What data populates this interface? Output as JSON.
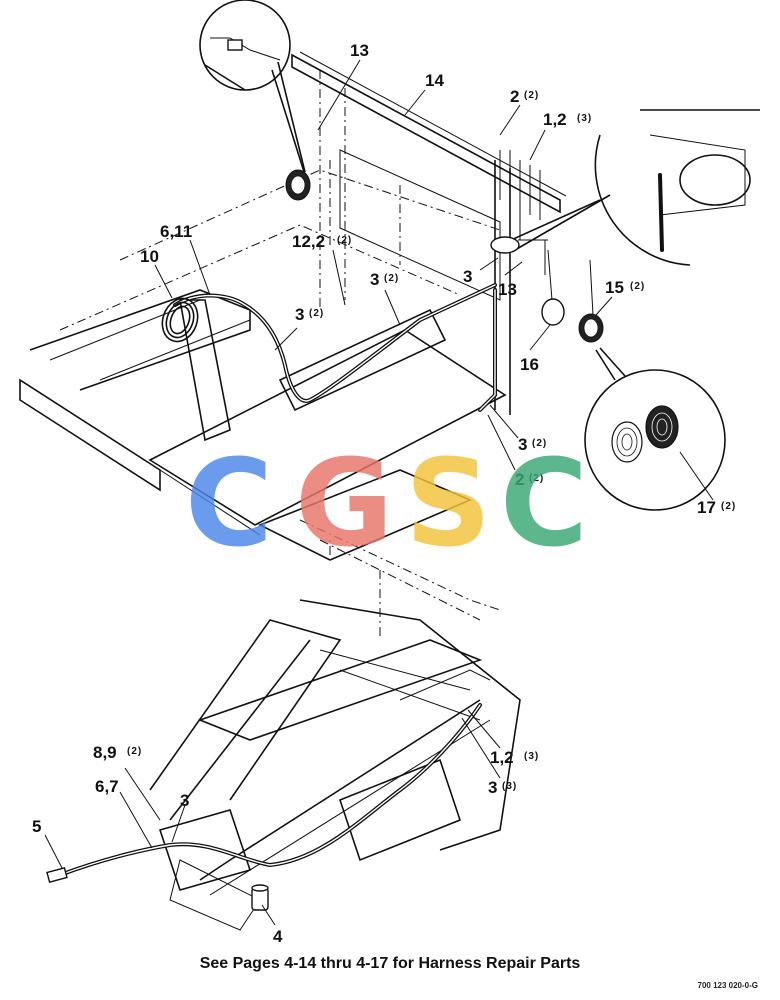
{
  "callouts": {
    "c13a": "13",
    "c14": "14",
    "c2a": "2",
    "c2a_qty": "(2)",
    "c12b": "1,2",
    "c12b_qty": "(3)",
    "c611": "6,11",
    "c10": "10",
    "c122": "12,2",
    "c122_qty": "(2)",
    "c3a": "3",
    "c3a_qty": "(2)",
    "c3b": "3",
    "c3b_qty": "(2)",
    "c3c": "3",
    "c13b": "13",
    "c15": "15",
    "c15_qty": "(2)",
    "c16": "16",
    "c3d": "3",
    "c3d_qty": "(2)",
    "c2b": "2",
    "c2b_qty": "(2)",
    "c17": "17",
    "c17_qty": "(2)",
    "c12c": "1,2",
    "c12c_qty": "(3)",
    "c3e": "3",
    "c3e_qty": "(3)",
    "c89": "8,9",
    "c89_qty": "(2)",
    "c67": "6,7",
    "c3f": "3",
    "c5": "5",
    "c4": "4"
  },
  "watermark": {
    "letters": [
      "C",
      "G",
      "S",
      "C"
    ],
    "colors": [
      "#4a86e8",
      "#e8756a",
      "#f3c33a",
      "#3aa874"
    ]
  },
  "caption": "See Pages 4-14 thru 4-17 for Harness Repair Parts",
  "document_number": "700 123 020-0-G"
}
